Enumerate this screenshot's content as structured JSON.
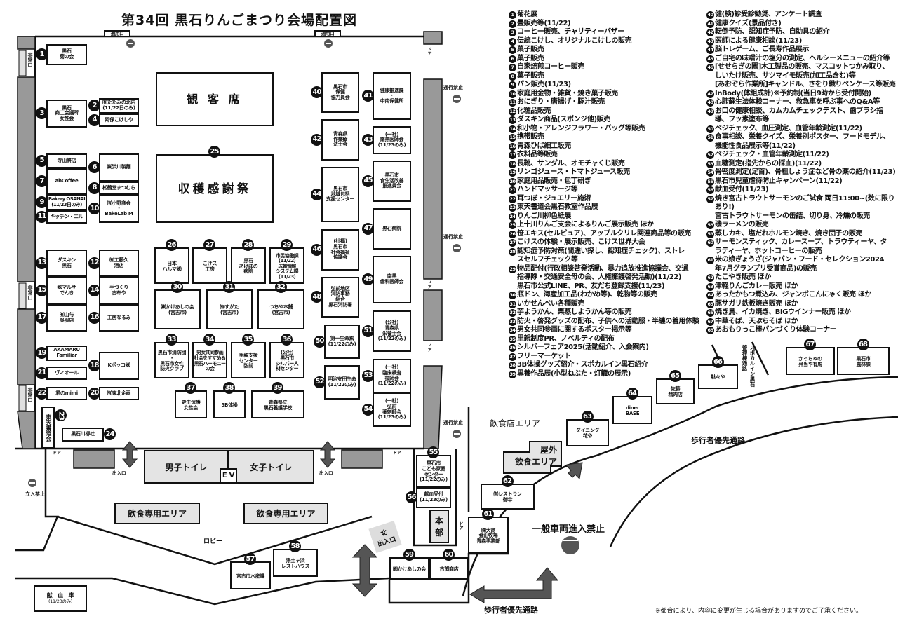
{
  "title": "第34回 黒石りんごまつり会場配置図",
  "booths": [
    {
      "no": "1",
      "name": "黒石\n菊の会"
    },
    {
      "no": "2",
      "name": "㈲たたみの北内\n(11/22日のみ)"
    },
    {
      "no": "3",
      "name": "黒石\n商工会議所\n女性会"
    },
    {
      "no": "4",
      "name": "阿保こけしや"
    },
    {
      "no": "5",
      "name": "寺山餅店"
    },
    {
      "no": "6",
      "name": "㈱渋川製麺"
    },
    {
      "no": "7",
      "name": "abCoffee"
    },
    {
      "no": "8",
      "name": "松鶴堂まつむら"
    },
    {
      "no": "9",
      "name": "Bakery OSANAI\n(11/23日のみ)"
    },
    {
      "no": "10",
      "name": "㈲小野商会\n・\nBakeLab M"
    },
    {
      "no": "11",
      "name": "キッチン・エル"
    },
    {
      "no": "12",
      "name": "㈲工藤久\n酒店"
    },
    {
      "no": "13",
      "name": "ダスキン\n黒石"
    },
    {
      "no": "14",
      "name": "手づくり\n古布や"
    },
    {
      "no": "15",
      "name": "㈱マルサ\nでんき"
    },
    {
      "no": "16",
      "name": "工房なるみ"
    },
    {
      "no": "17",
      "name": "㈲山与\n呉服店"
    },
    {
      "no": "18",
      "name": "Kポッコ㈱"
    },
    {
      "no": "19",
      "name": "AKAMARU\nFamiliar"
    },
    {
      "no": "20",
      "name": "㈲東北企画"
    },
    {
      "no": "21",
      "name": "ヴィオール"
    },
    {
      "no": "22",
      "name": "君のmimi"
    },
    {
      "no": "23",
      "name": "東天書道会"
    },
    {
      "no": "24",
      "name": "黒石川柳社"
    },
    {
      "no": "25",
      "name": "収穫感謝祭"
    },
    {
      "no": "26",
      "name": "日本\nハルマ㈱"
    },
    {
      "no": "27",
      "name": "こけス\n工房"
    },
    {
      "no": "28",
      "name": "黒石\nあけぼの\n病院"
    },
    {
      "no": "29",
      "name": "市民協働課\n(11/22)\n広報情報\nシステム課\n(11/23)"
    },
    {
      "no": "30",
      "name": "㈱かけあしの会\n(宮古市)"
    },
    {
      "no": "31",
      "name": "㈲すがた\n(宮古市)"
    },
    {
      "no": "32",
      "name": "つちや本舗\n(宮古市)"
    },
    {
      "no": "33",
      "name": "黒石市消防団\n・\n黒石市女性\n防火クラブ"
    },
    {
      "no": "34",
      "name": "男女共同参画\n社会をすすめる\n黒石ハーモニー\nの会"
    },
    {
      "no": "35",
      "name": "里親支援\nセンター\n弘前"
    },
    {
      "no": "36",
      "name": "(公社)\n黒石市\nシルバー人\n材センター"
    },
    {
      "no": "37",
      "name": "更生保護\n女性会"
    },
    {
      "no": "38",
      "name": "3B体操"
    },
    {
      "no": "39",
      "name": "青森県立\n黒石養護学校"
    },
    {
      "no": "40",
      "name": "黒石市\n保健\n協力員会"
    },
    {
      "no": "41",
      "name": "健康推進課\n・\n中南保健所"
    },
    {
      "no": "42",
      "name": "青森県\n作業療\n法士会"
    },
    {
      "no": "43",
      "name": "(一社)\n南黒医師会\n(11/23のみ)"
    },
    {
      "no": "44",
      "name": "黒石市\n地域包括\n支援センター"
    },
    {
      "no": "45",
      "name": "黒石市\n食生活改善\n推進員会"
    },
    {
      "no": "46",
      "name": "(社福)\n黒石市\n社会福祉\n協議会"
    },
    {
      "no": "47",
      "name": "黒石病院"
    },
    {
      "no": "48",
      "name": "弘前地区\n消防事務\n組合\n黒石消防署"
    },
    {
      "no": "49",
      "name": "南黒\n歯科医師会"
    },
    {
      "no": "50",
      "name": "第一生命㈱\n(11/22のみ)"
    },
    {
      "no": "51",
      "name": "(公社)\n青森県\n栄養士会\n(11/22のみ)"
    },
    {
      "no": "52",
      "name": "明治安田生命\n(11/22のみ)"
    },
    {
      "no": "53",
      "name": "(一社)\n臨床検査\n技師会\n(11/22のみ)"
    },
    {
      "no": "54",
      "name": "(一社)\n弘前\n薬剤師会\n(11/23のみ)"
    },
    {
      "no": "55",
      "name": "黒石市\nこども家庭\nセンター\n(11/22のみ)"
    },
    {
      "no": "56",
      "name": "献血受付\n(11/23のみ)"
    },
    {
      "no": "57",
      "name": "宮古市水産課"
    },
    {
      "no": "58",
      "name": "浄土ヶ浜\nレストハウス"
    },
    {
      "no": "59",
      "name": "㈱かけあしの会"
    },
    {
      "no": "60",
      "name": "古渕商店"
    },
    {
      "no": "61",
      "name": "㈱大商\n金山牧場\n青森事業部"
    },
    {
      "no": "62",
      "name": "㈲レストラン\n御幸"
    },
    {
      "no": "63",
      "name": "ダイニング\n花や"
    },
    {
      "no": "64",
      "name": "diner\nBASE"
    },
    {
      "no": "65",
      "name": "佐藤\n精肉店"
    },
    {
      "no": "66",
      "name": "駄々や"
    },
    {
      "no": "67",
      "name": "かっちゃの\n弁当や有馬"
    },
    {
      "no": "68",
      "name": "黒石市\n農林課"
    }
  ],
  "areas": {
    "audience": "観 客 席",
    "men_toilet": "男子トイレ",
    "women_toilet": "女子トイレ",
    "ev": "E V",
    "eating_area": "飲食専用エリア",
    "outdoor_eating": "屋外\n飲食エリア",
    "restaurant_area": "飲食店エリア",
    "hq": "本\n部",
    "blood_bus": "献　血　車",
    "blood_bus_note": "(11/23のみ)",
    "lobby": "ロビー",
    "north_entrance": "北\n出入口",
    "no_vehicles": "一般車両進入禁止",
    "pedestrian_path": "歩行者優先通路",
    "spokaruin_path": "スポカルイン黒石\n管理棟通路",
    "service_entrance": "通用口",
    "emergency_exit": "非常口",
    "no_passage": "通行禁止",
    "no_entry": "立入禁止",
    "door": "ドア",
    "entrance": "出入口"
  },
  "list_left": [
    {
      "no": "1",
      "text": "菊花展"
    },
    {
      "no": "2",
      "text": "畳販売等(11/22)"
    },
    {
      "no": "3",
      "text": "コーヒー販売、チャリティーバザー"
    },
    {
      "no": "4",
      "text": "伝統こけし、オリジナルこけしの販売"
    },
    {
      "no": "5",
      "text": "菓子販売"
    },
    {
      "no": "6",
      "text": "菓子販売"
    },
    {
      "no": "7",
      "text": "自家焙煎コーヒー販売"
    },
    {
      "no": "8",
      "text": "菓子販売"
    },
    {
      "no": "9",
      "text": "パン販売(11/23)"
    },
    {
      "no": "10",
      "text": "家庭用金物・雑貨・焼き菓子販売"
    },
    {
      "no": "11",
      "text": "おにぎり・唐揚げ・豚汁販売"
    },
    {
      "no": "12",
      "text": "化粧品販売"
    },
    {
      "no": "13",
      "text": "ダスキン商品(スポンジ他)販売"
    },
    {
      "no": "14",
      "text": "和小物・アレンジフラワー・バッグ等販売"
    },
    {
      "no": "15",
      "text": "携帯販売"
    },
    {
      "no": "16",
      "text": "青森ひば細工販売"
    },
    {
      "no": "17",
      "text": "衣料品等販売"
    },
    {
      "no": "18",
      "text": "長靴、サンダル、オモチャくじ販売"
    },
    {
      "no": "19",
      "text": "リンゴジュース・トマトジュース販売"
    },
    {
      "no": "20",
      "text": "家庭用品販売・包丁研ぎ"
    },
    {
      "no": "21",
      "text": "ハンドマッサージ等"
    },
    {
      "no": "22",
      "text": "耳つぼ・ジュエリー施術"
    },
    {
      "no": "23",
      "text": "東天書道会黒石教室作品展"
    },
    {
      "no": "24",
      "text": "りんご川柳色紙展"
    },
    {
      "no": "25",
      "text": "上十川りんご支会によるりんご展示販売 ほか"
    },
    {
      "no": "26",
      "text": "笹エキス(セルピュア)、アップルクリレ関連商品等の販売"
    },
    {
      "no": "27",
      "text": "こけスの体験・展示販売、こけス世界大会"
    },
    {
      "no": "28",
      "text": "認知症予防対策(間違い探し、認知症チェック)、ストレ\nスセルフチェック等"
    },
    {
      "no": "29",
      "text": "物品配付(行政相談啓発活動、暴力追放推進協議会、交通\n指導隊・交通安全母の会、人権擁護啓発活動)(11/22)\n黒石市公式LINE、PR、友だち登録支援(11/23)"
    },
    {
      "no": "30",
      "text": "瓶ドン、海産加工品(わかめ等)、乾物等の販売"
    },
    {
      "no": "31",
      "text": "いかせんべい各種販売"
    },
    {
      "no": "32",
      "text": "芋ようかん、栗蒸しようかん等の販売"
    },
    {
      "no": "33",
      "text": "防火・啓発グッズの配布、子供への活動服・半纏の着用体験"
    },
    {
      "no": "34",
      "text": "男女共同参画に関するポスター掲示等"
    },
    {
      "no": "35",
      "text": "里親制度PR、ノベルティの配布"
    },
    {
      "no": "36",
      "text": "シルバーフェア2025(活動紹介、入会案内)"
    },
    {
      "no": "37",
      "text": "フリーマーケット"
    },
    {
      "no": "38",
      "text": "3B体操グッズ紹介・スポカルイン黒石紹介"
    },
    {
      "no": "39",
      "text": "黒養作品展(小型ねぶた・灯籠の展示)"
    }
  ],
  "list_right": [
    {
      "no": "40",
      "text": "健(検)診受診勧奨、アンケート調査"
    },
    {
      "no": "41",
      "text": "健康クイズ(景品付き)"
    },
    {
      "no": "42",
      "text": "転倒予防、認知症予防、自助具の紹介"
    },
    {
      "no": "43",
      "text": "医師による健康相談(11/23)"
    },
    {
      "no": "44",
      "text": "脳トレゲーム、ご長寿作品展示"
    },
    {
      "no": "45",
      "text": "ご自宅の味噌汁の塩分の測定、ヘルシーメニューの紹介等"
    },
    {
      "no": "46",
      "text": "[せせらぎの園]木工製品の販売、マスコットつかみ取り、\nしいたけ販売、サツマイモ販売(加工品含む)等\n[あおぞら作業所]キャンドル、さをり織りペンケース等販売"
    },
    {
      "no": "47",
      "text": "InBody(体組成計)※予約制(当日9時から受付開始)"
    },
    {
      "no": "48",
      "text": "心肺蘇生法体験コーナー、救急車を呼ぶ事へのQ&A等"
    },
    {
      "no": "49",
      "text": "お口の健康相談、カムカムチェックテスト、歯ブラシ指\n導、フッ素塗布等"
    },
    {
      "no": "50",
      "text": "ベジチェック、血圧測定、血管年齢測定(11/22)"
    },
    {
      "no": "51",
      "text": "食事相談、栄養クイズ、栄養別ポスター、フードモデル、\n機能性食品展示等(11/22)"
    },
    {
      "no": "52",
      "text": "ベジチェック・血管年齢測定(11/22)"
    },
    {
      "no": "53",
      "text": "血糖測定(指先からの採血)(11/22)"
    },
    {
      "no": "54",
      "text": "骨密度測定(足首)、骨粗しょう症など骨の薬の紹介(11/23)"
    },
    {
      "no": "55",
      "text": "黒石市児童虐待防止キャンペーン(11/22)"
    },
    {
      "no": "56",
      "text": "献血受付(11/23)"
    },
    {
      "no": "57",
      "text": "焼き宮古トラウトサーモンのご試食 両日11:00~(数に限りあり!)\n宮古トラウトサーモンの缶詰、切り身、冷燻の販売"
    },
    {
      "no": "58",
      "text": "磯ラーメンの販売"
    },
    {
      "no": "59",
      "text": "蒸しカキ、塩だれホルモン焼き、焼き団子の販売"
    },
    {
      "no": "60",
      "text": "サーモンスティック、カレースープ、トラウティーヤ、タ\nラティーヤ、ホットコーヒーの販売"
    },
    {
      "no": "61",
      "text": "米の娘ぎょうざ(ジャパン・フード・セレクション2024\n年7月グランプリ受賞商品)の販売"
    },
    {
      "no": "62",
      "text": "たこやき販売 ほか"
    },
    {
      "no": "63",
      "text": "津軽りんごカレー販売 ほか"
    },
    {
      "no": "64",
      "text": "あったかもつ煮込み、ジャンボこんにゃく販売 ほか"
    },
    {
      "no": "65",
      "text": "豚サガリ鉄板焼き販売 ほか"
    },
    {
      "no": "66",
      "text": "焼き鳥、イカ焼き、BIGウインナー販売 ほか"
    },
    {
      "no": "67",
      "text": "中華そば、天ぷらそば ほか"
    },
    {
      "no": "68",
      "text": "あおもりっこ棒パンづくり体験コーナー"
    }
  ],
  "footnote": "※都合により、内容に変更が生じる場合がありますのでご了承ください。"
}
